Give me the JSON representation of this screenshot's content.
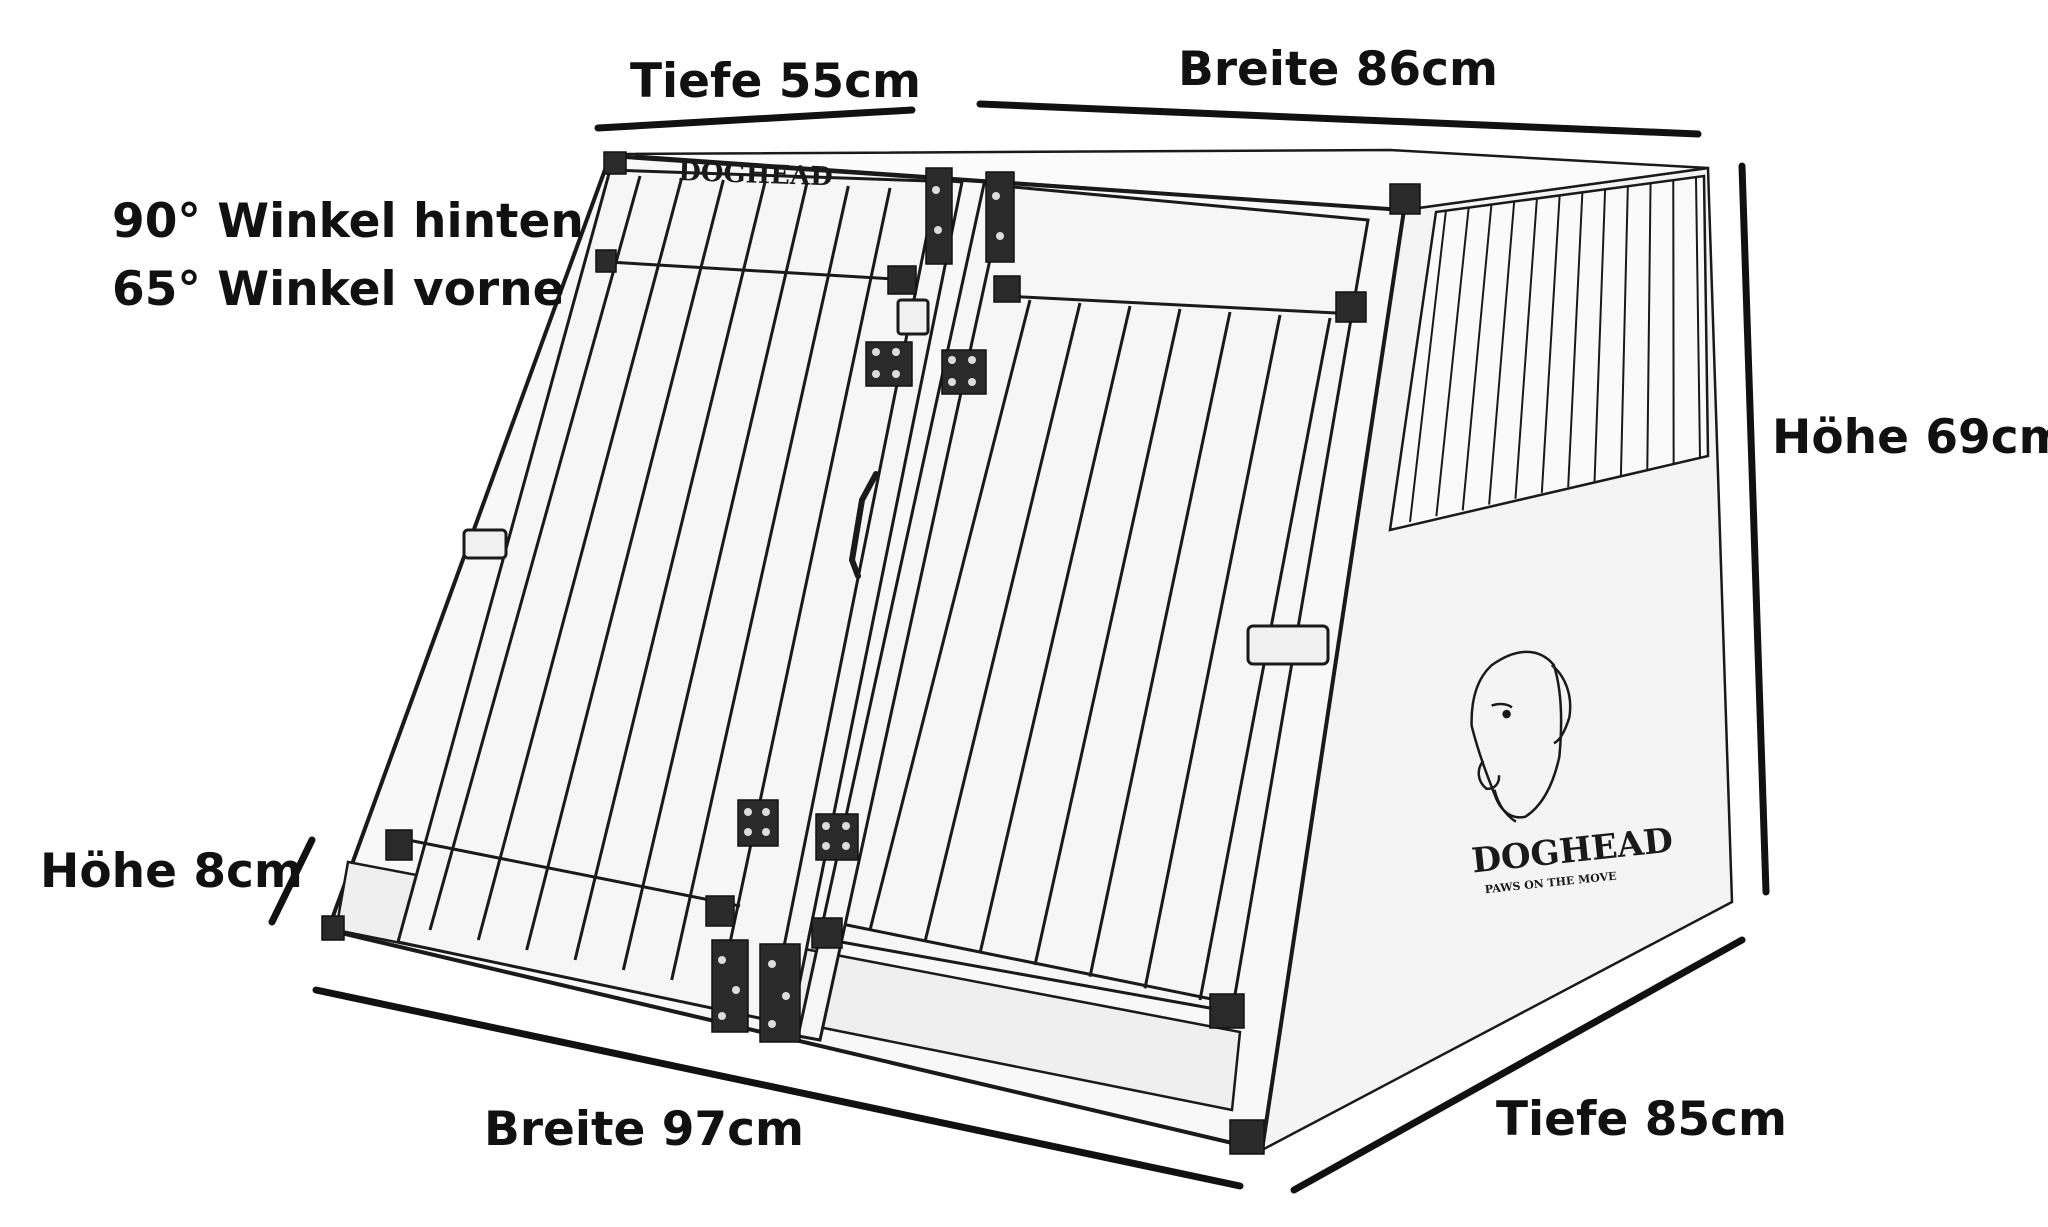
{
  "labels": {
    "depth_top": "Tiefe 55cm",
    "width_top": "Breite 86cm",
    "angle_back": "90° Winkel hinten",
    "angle_front": "65° Winkel vorne",
    "height_total": "Höhe 69cm",
    "height_base": "Höhe 8cm",
    "width_bottom": "Breite 97cm",
    "depth_bottom": "Tiefe 85cm"
  },
  "branding": {
    "door_logo": "DOGHEAD",
    "side_logo": "DOGHEAD",
    "side_tagline": "PAWS ON THE MOVE"
  },
  "icons": [
    "dog-head-logo-icon",
    "door-handle-icon",
    "latch-icon",
    "hinge-icon"
  ],
  "colors": {
    "line": "#1a1a1a",
    "panel": "#f4f4f4",
    "bracket": "#2a2a2a"
  }
}
